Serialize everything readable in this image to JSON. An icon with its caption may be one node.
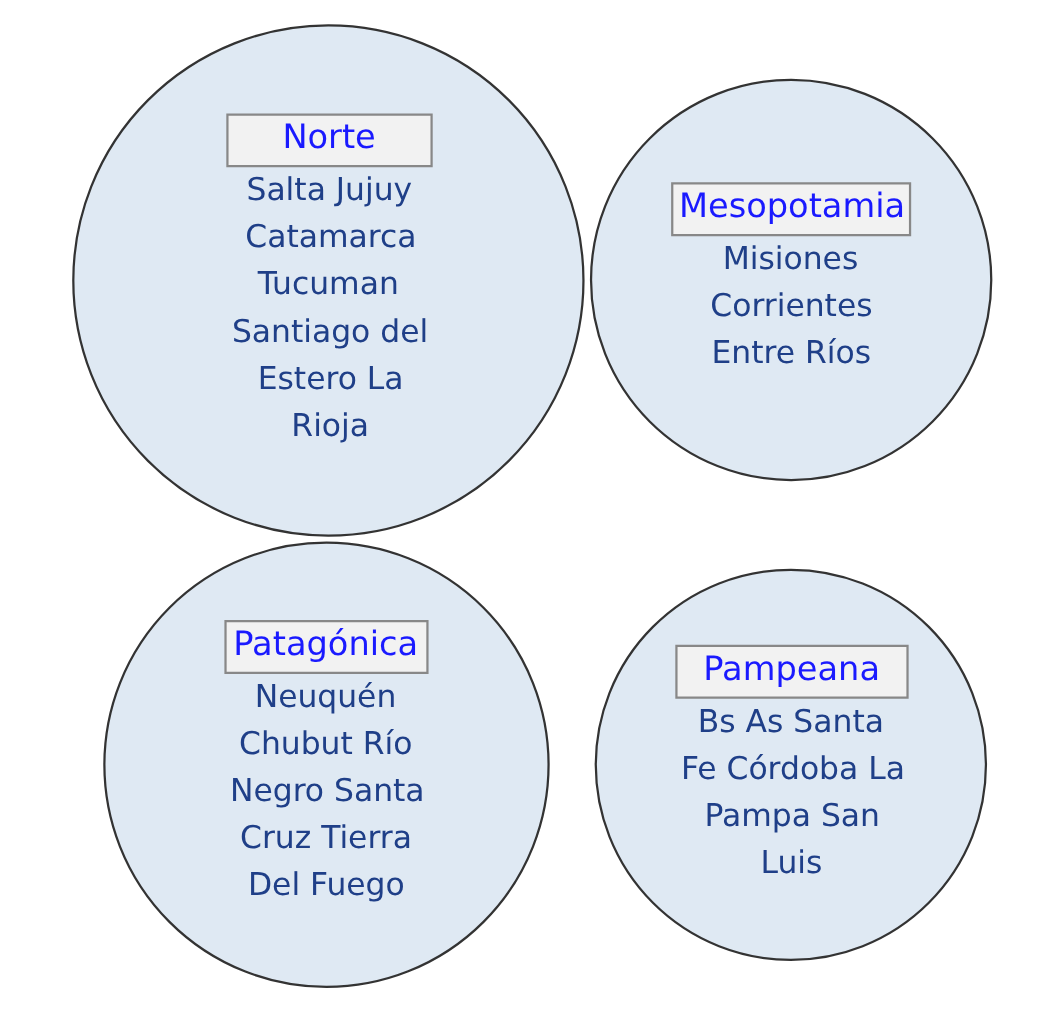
{
  "diagram": {
    "nodes": [
      {
        "text": [
          "Norte",
          "Salta Jujuy Catamarca Tucuman Santiago del Estero La Rioja"
        ]
      },
      {
        "text": [
          "Mesopotamia",
          "Misiones Corrientes Entre Ríos"
        ]
      },
      {
        "text": [
          "Pampeana",
          "Bs As Santa Fe Córdoba La Pampa San Luis"
        ]
      },
      {
        "text": [
          "Patagónica",
          "Neuquén Chubut Río Negro Santa Cruz Tierra Del Fuego"
        ]
      }
    ]
  }
}
